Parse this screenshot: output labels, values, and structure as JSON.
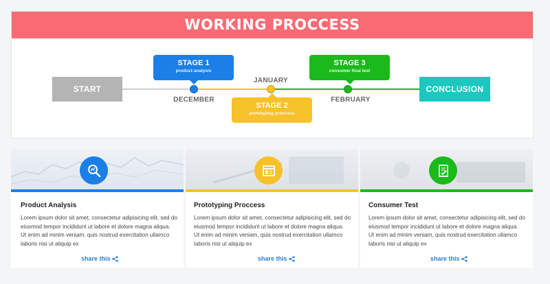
{
  "banner": {
    "title": "WORKING PROCCESS"
  },
  "timeline": {
    "start_label": "START",
    "end_label": "CONCLUSION",
    "months": [
      "DECEMBER",
      "JANUARY",
      "FEBRUARY"
    ],
    "stages": [
      {
        "title": "STAGE 1",
        "desc": "product analysis",
        "color": "#1a7fe6"
      },
      {
        "title": "STAGE 2",
        "desc": "prototyping proccess",
        "color": "#f7c12a"
      },
      {
        "title": "STAGE 3",
        "desc": "consumer final test",
        "color": "#1aba1a"
      }
    ]
  },
  "cards": [
    {
      "title": "Product Analysis",
      "body": "Lorem ipsum dolor sit amet, consectetur adipisicing elit, sed do eiusmod tempor incididunt ut labore et dolore magna aliqua. Ut enim ad minim veniam, quis nostrud exercitation ullamco laboris nisi ut aliquip ex",
      "share": "share this",
      "icon": "magnifier-chart-icon",
      "color": "#1a7fe6"
    },
    {
      "title": "Prototyping Proccess",
      "body": "Lorem ipsum dolor sit amet, consectetur adipisicing elit, sed do eiusmod tempor incididunt ut labore et dolore magna aliqua. Ut enim ad minim veniam, quis nostrud exercitation ullamco laboris nisi ut aliquip ex",
      "share": "share this",
      "icon": "layout-window-icon",
      "color": "#f7c12a"
    },
    {
      "title": "Consumer Test",
      "body": "Lorem ipsum dolor sit amet, consectetur adipisicing elit, sed do eiusmod tempor incididunt ut labore et dolore magna aliqua. Ut enim ad minim veniam, quis nostrud exercitation ullamco laboris nisi ut aliquip ex",
      "share": "share this",
      "icon": "checklist-document-icon",
      "color": "#1aba1a"
    }
  ]
}
